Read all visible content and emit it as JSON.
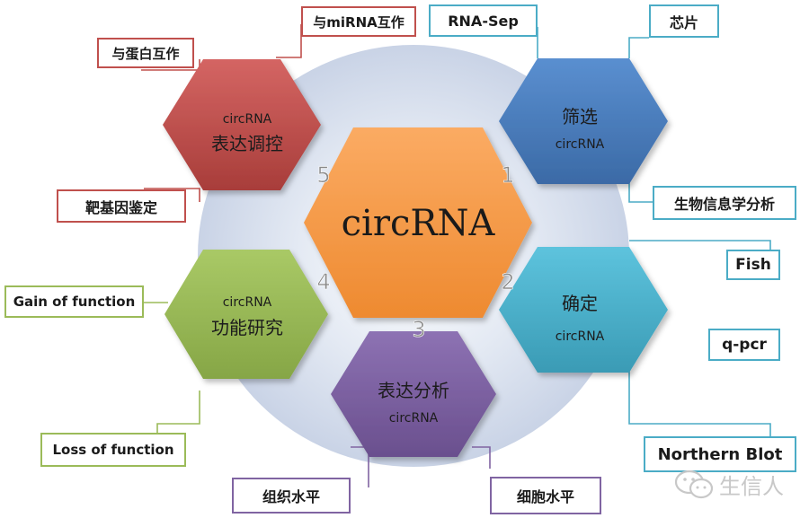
{
  "center": {
    "label": "circRNA"
  },
  "steps": {
    "s1": {
      "number": "1",
      "title": "筛选",
      "sub": "circRNA"
    },
    "s2": {
      "number": "2",
      "title": "确定",
      "sub": "circRNA"
    },
    "s3": {
      "number": "3",
      "title": "表达分析",
      "sub": "circRNA"
    },
    "s4": {
      "number": "4",
      "title": "功能研究",
      "sub": "circRNA"
    },
    "s5": {
      "number": "5",
      "title": "表达调控",
      "sub": "circRNA"
    }
  },
  "labels": {
    "protein_interaction": "与蛋白互作",
    "mirna_interaction": "与miRNA互作",
    "target_identification": "靶基因鉴定",
    "rna_sep": "RNA-Sep",
    "chip": "芯片",
    "bioinformatics": "生物信息学分析",
    "fish": "Fish",
    "qpcr": "q-pcr",
    "northern_blot": "Northern Blot",
    "gain_of_function": "Gain of function",
    "loss_of_function": "Loss of function",
    "tissue_level": "组织水平",
    "cell_level": "细胞水平"
  },
  "watermark": {
    "text": "生信人",
    "icon": "wechat-icon"
  },
  "colors": {
    "red": "#c0504d",
    "blue": "#4f81bd",
    "cyan": "#4bacc6",
    "green": "#9bbb59",
    "purple": "#8064a2",
    "orange": "#f79646"
  }
}
